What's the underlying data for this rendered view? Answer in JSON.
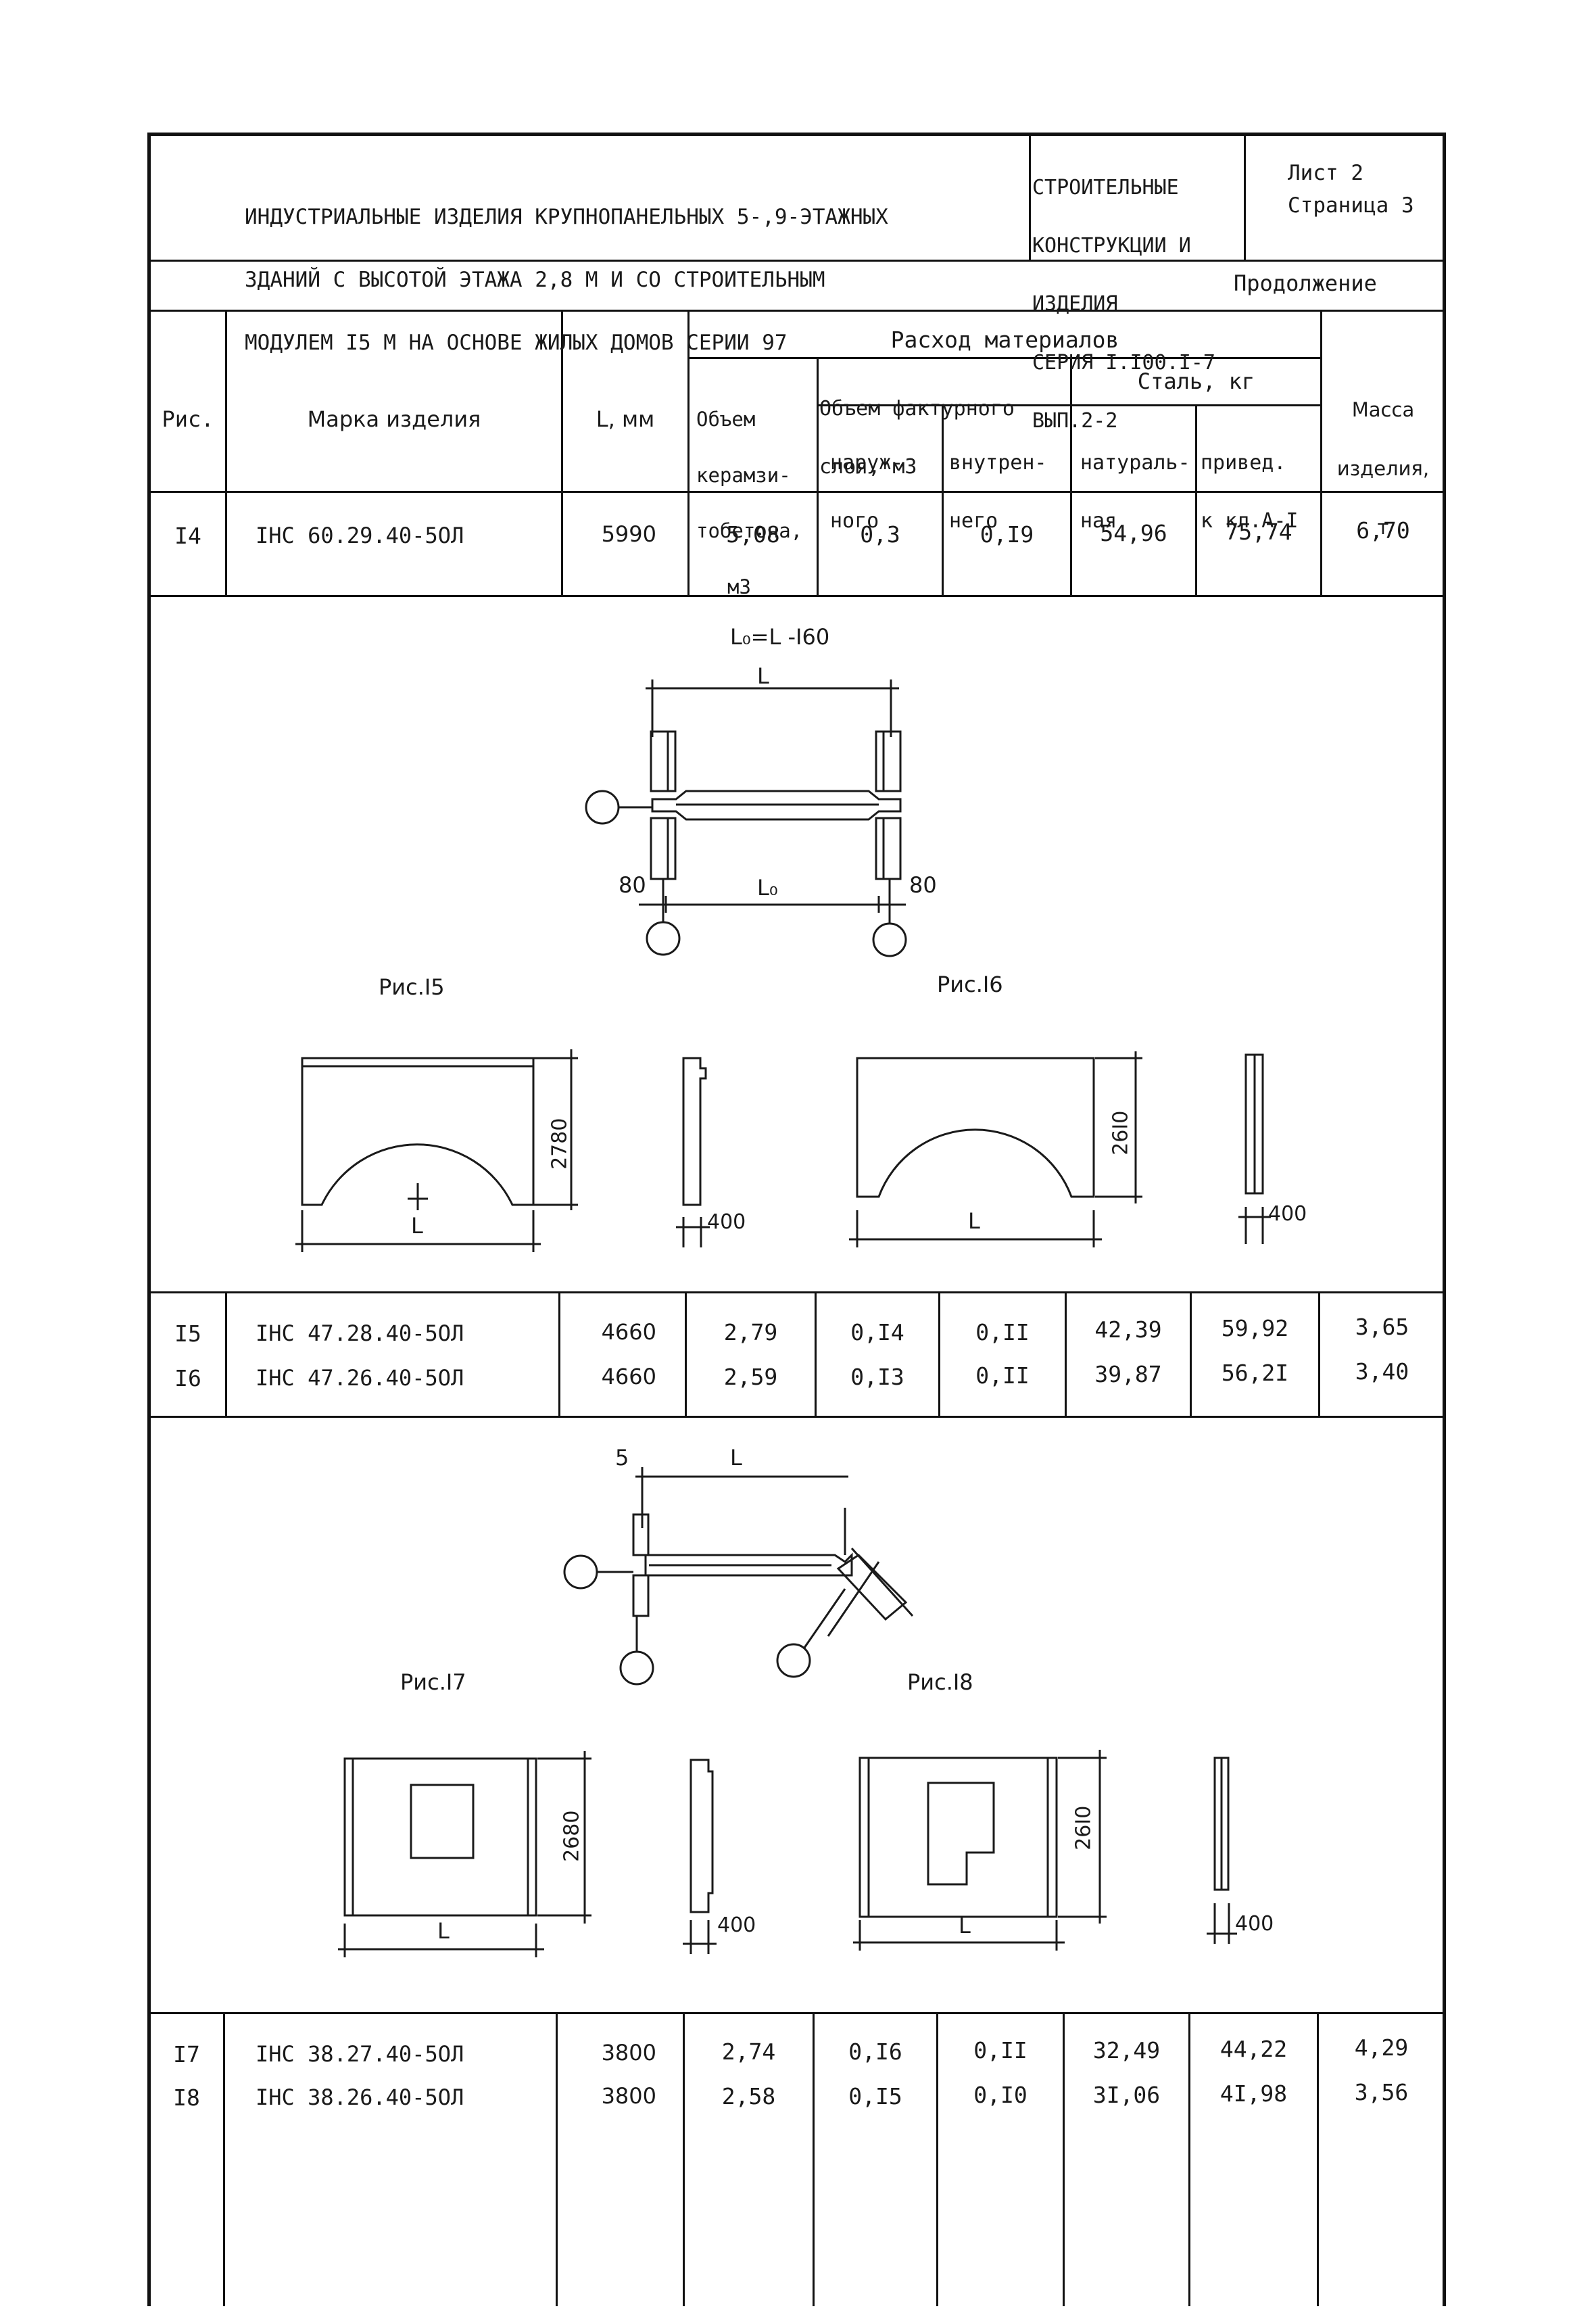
{
  "header": {
    "title_lines": [
      "ИНДУСТРИАЛЬНЫЕ ИЗДЕЛИЯ КРУПНОПАНЕЛЬНЫХ 5-,9-ЭТАЖНЫХ",
      "ЗДАНИЙ С ВЫСОТОЙ ЭТАЖА 2,8 М И СО СТРОИТЕЛЬНЫМ",
      "МОДУЛЕМ I5 М НА ОСНОВЕ ЖИЛЫХ ДОМОВ СЕРИИ 97"
    ],
    "series_lines": [
      "СТРОИТЕЛЬНЫЕ",
      "КОНСТРУКЦИИ И",
      "ИЗДЕЛИЯ",
      "СЕРИЯ I.I00.I-7",
      "ВЫП.2-2"
    ],
    "sheet": "Лист 2",
    "page": "Страница 3"
  },
  "continuation": "Продолжение",
  "columns": {
    "fig": "Рис.",
    "mark": "Марка изделия",
    "length": "L, мм",
    "materials": "Расход материалов",
    "concrete_lines": [
      "Объем",
      "керамзи-",
      "тобетона,",
      "м3"
    ],
    "facing_group_lines": [
      "Объем фактурного",
      "слоя, м3"
    ],
    "outer_lines": [
      "наруж-",
      "ного"
    ],
    "inner_lines": [
      "внутрен-",
      "него"
    ],
    "steel_group": "Сталь, кг",
    "natural_lines": [
      "натураль-",
      "ная"
    ],
    "reduced_lines": [
      "привед.",
      "к кл.А-I"
    ],
    "mass_lines": [
      "Масса",
      "изделия,",
      "т"
    ]
  },
  "rows": [
    {
      "fig": "I4",
      "mark": "IНС 60.29.40-5ОЛ",
      "length": "5990",
      "concrete": "5,08",
      "outer": "0,3",
      "inner": "0,I9",
      "natural": "54,96",
      "reduced": "75,74",
      "mass": "6,70"
    },
    {
      "fig": "I5",
      "mark": "IНС 47.28.40-5ОЛ",
      "length": "4660",
      "concrete": "2,79",
      "outer": "0,I4",
      "inner": "0,II",
      "natural": "42,39",
      "reduced": "59,92",
      "mass": "3,65"
    },
    {
      "fig": "I6",
      "mark": "IНС 47.26.40-5ОЛ",
      "length": "4660",
      "concrete": "2,59",
      "outer": "0,I3",
      "inner": "0,II",
      "natural": "39,87",
      "reduced": "56,2I",
      "mass": "3,40"
    },
    {
      "fig": "I7",
      "mark": "IНС 38.27.40-5ОЛ",
      "length": "3800",
      "concrete": "2,74",
      "outer": "0,I6",
      "inner": "0,II",
      "natural": "32,49",
      "reduced": "44,22",
      "mass": "4,29"
    },
    {
      "fig": "I8",
      "mark": "IНС 38.26.40-5ОЛ",
      "length": "3800",
      "concrete": "2,58",
      "outer": "0,I5",
      "inner": "0,I0",
      "natural": "3I,06",
      "reduced": "4I,98",
      "mass": "3,56"
    }
  ],
  "drawings": {
    "formula": "L₀=L -I60",
    "L": "L",
    "L0": "L₀",
    "dim_80": "80",
    "dim_5": "5",
    "dim_400": "400",
    "h_2780": "2780",
    "h_2610": "26I0",
    "h_2680": "2680",
    "fig15": "Рис.I5",
    "fig16": "Рис.I6",
    "fig17": "Рис.I7",
    "fig18": "Рис.I8"
  }
}
